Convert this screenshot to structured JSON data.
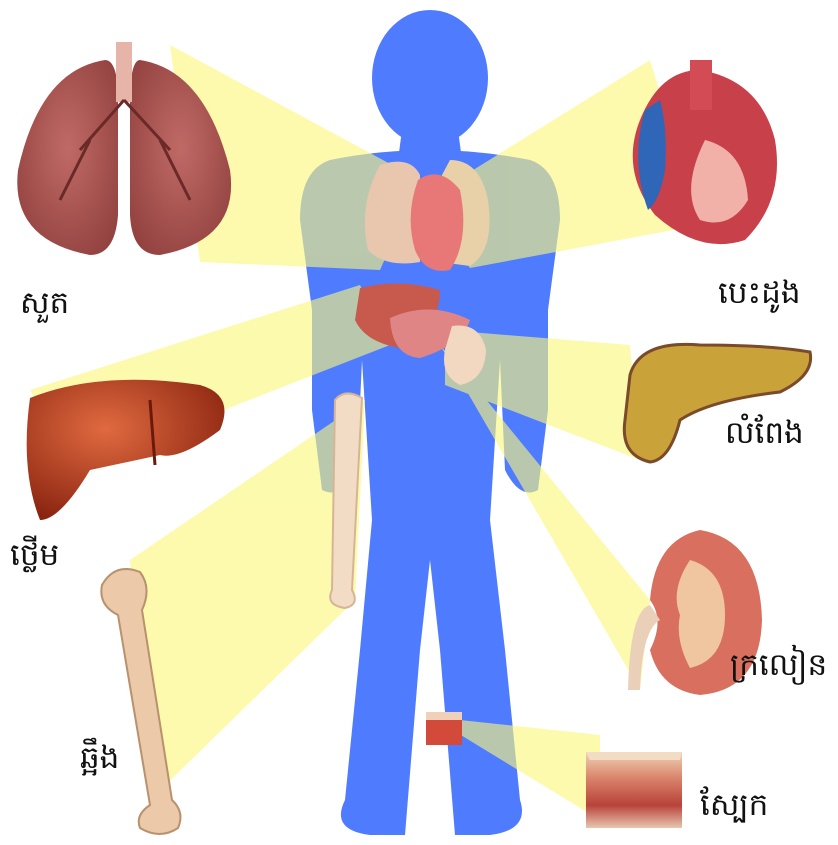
{
  "colors": {
    "background": "#ffffff",
    "body": "#4f7bff",
    "beam": "#fbf77a",
    "lung": "#a9514e",
    "heart": "#c8404a",
    "liver": "#9b2a14",
    "pancreas": "#c9a23a",
    "kidney": "#d9705f",
    "bone": "#ecc9a8",
    "skin": "#d9826a"
  },
  "organs": [
    {
      "key": "lungs",
      "label": "សួត",
      "icon": "lungs-icon"
    },
    {
      "key": "heart",
      "label": "បេះដូង",
      "icon": "heart-icon"
    },
    {
      "key": "pancreas",
      "label": "លំពែង",
      "icon": "pancreas-icon"
    },
    {
      "key": "liver",
      "label": "ថ្លើម",
      "icon": "liver-icon"
    },
    {
      "key": "kidney",
      "label": "ក្រលៀន",
      "icon": "kidney-icon"
    },
    {
      "key": "bone",
      "label": "ឆ្អឹង",
      "icon": "bone-icon"
    },
    {
      "key": "skin",
      "label": "ស្បែក",
      "icon": "skin-icon"
    }
  ]
}
